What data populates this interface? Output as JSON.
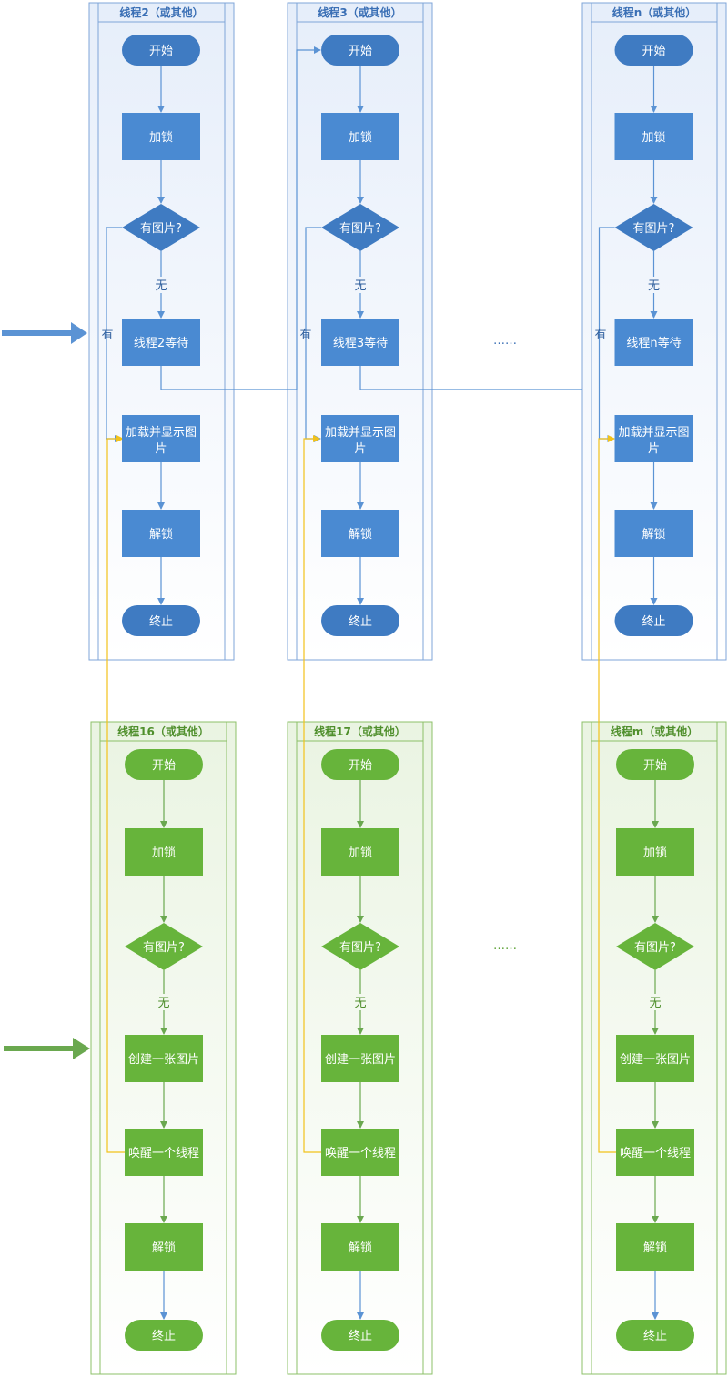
{
  "colors": {
    "blue_node": "#4a8ad2",
    "blue_terminal": "#3f7bc2",
    "blue_line": "#5b93d4",
    "green_node": "#67b43b",
    "green_line": "#6aa84f",
    "yellow_line": "#f2c21a"
  },
  "top_lanes": [
    {
      "title": "线程2（或其他）",
      "nodes": {
        "start": "开始",
        "lock": "加锁",
        "decision": "有图片?",
        "wait": "线程2等待",
        "load": "加载并显示图片",
        "unlock": "解锁",
        "end": "终止"
      },
      "labels": {
        "no": "无",
        "yes": "有"
      }
    },
    {
      "title": "线程3（或其他）",
      "nodes": {
        "start": "开始",
        "lock": "加锁",
        "decision": "有图片?",
        "wait": "线程3等待",
        "load": "加载并显示图片",
        "unlock": "解锁",
        "end": "终止"
      },
      "labels": {
        "no": "无",
        "yes": "有"
      }
    },
    {
      "title": "线程n（或其他）",
      "nodes": {
        "start": "开始",
        "lock": "加锁",
        "decision": "有图片?",
        "wait": "线程n等待",
        "load": "加载并显示图片",
        "unlock": "解锁",
        "end": "终止"
      },
      "labels": {
        "no": "无",
        "yes": "有"
      }
    }
  ],
  "bottom_lanes": [
    {
      "title": "线程16（或其他）",
      "nodes": {
        "start": "开始",
        "lock": "加锁",
        "decision": "有图片?",
        "create": "创建一张图片",
        "wake": "唤醒一个线程",
        "unlock": "解锁",
        "end": "终止"
      },
      "labels": {
        "no": "无"
      }
    },
    {
      "title": "线程17（或其他）",
      "nodes": {
        "start": "开始",
        "lock": "加锁",
        "decision": "有图片?",
        "create": "创建一张图片",
        "wake": "唤醒一个线程",
        "unlock": "解锁",
        "end": "终止"
      },
      "labels": {
        "no": "无"
      }
    },
    {
      "title": "线程m（或其他）",
      "nodes": {
        "start": "开始",
        "lock": "加锁",
        "decision": "有图片?",
        "create": "创建一张图片",
        "wake": "唤醒一个线程",
        "unlock": "解锁",
        "end": "终止"
      },
      "labels": {
        "no": "无"
      }
    }
  ],
  "ellipsis": {
    "top": "……",
    "bottom": "……"
  }
}
